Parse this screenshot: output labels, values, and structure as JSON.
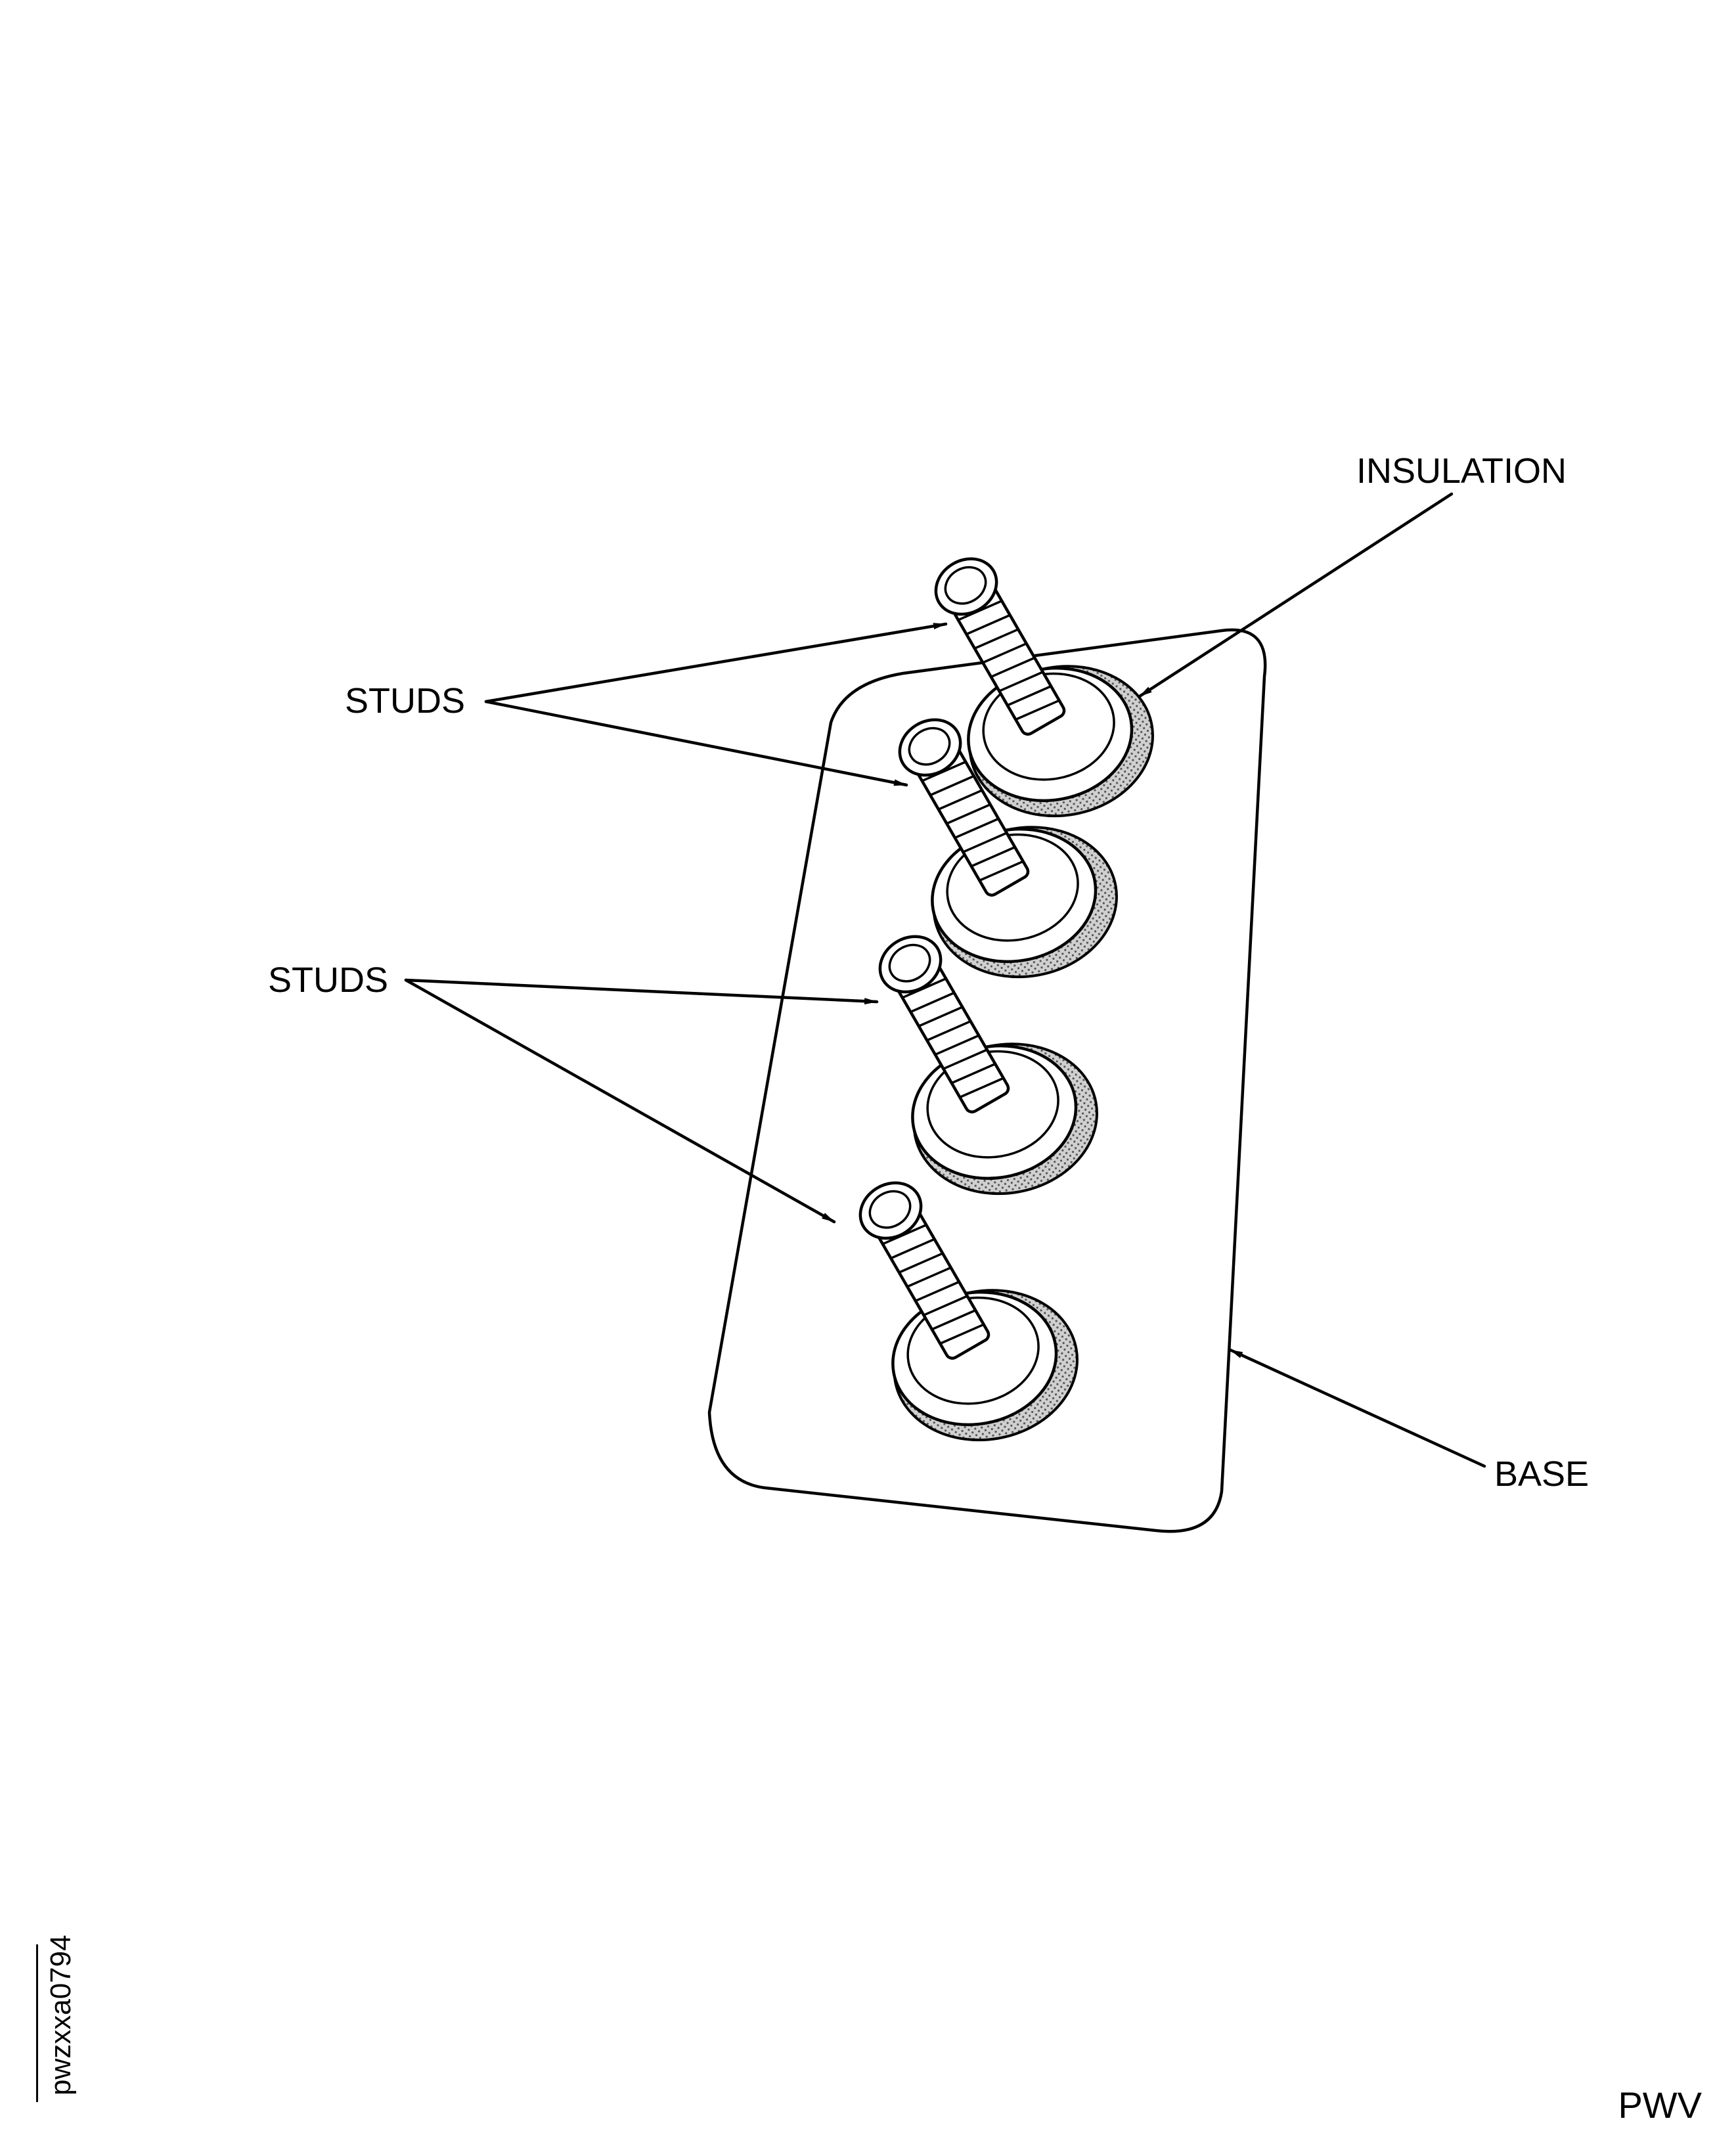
{
  "labels": {
    "insulation": "INSULATION",
    "studs_upper": "STUDS",
    "studs_lower": "STUDS",
    "base": "BASE"
  },
  "figure_id": "pwzxxa0794",
  "code": "PWV",
  "colors": {
    "line": "#000000",
    "background": "#ffffff",
    "insulation_fill": "#9a9a9a"
  }
}
